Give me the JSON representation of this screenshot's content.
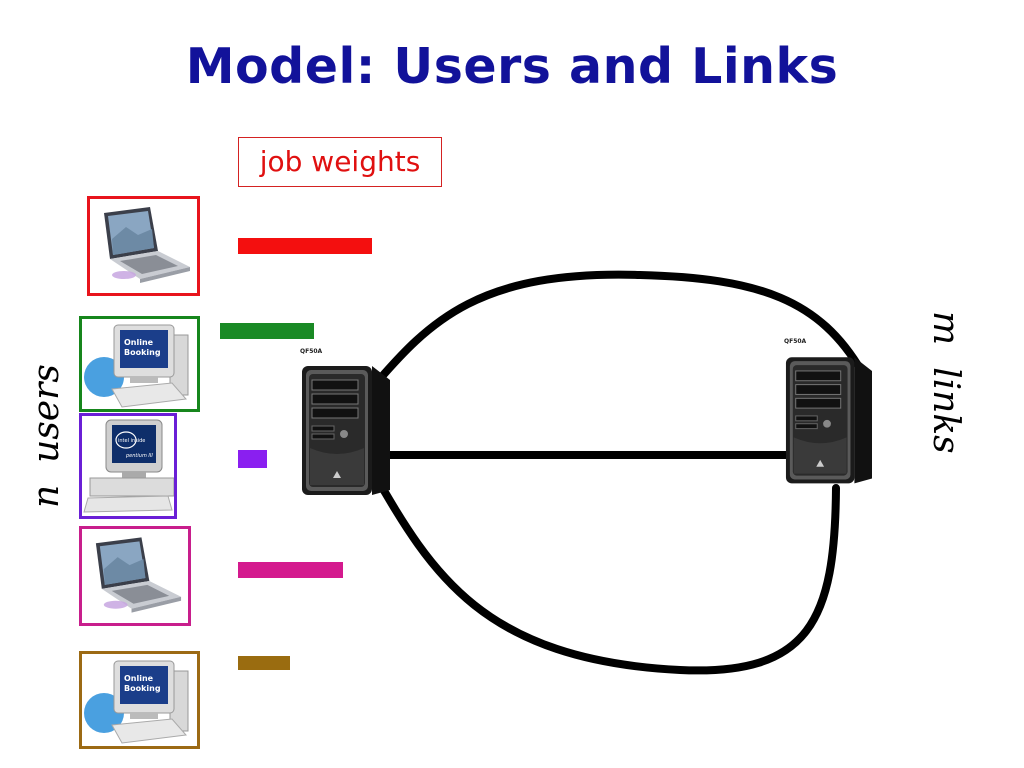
{
  "title": "Model: Users and Links",
  "job_weights_label": "job weights",
  "users_label": {
    "var": "n",
    "word": "users"
  },
  "links_label": {
    "var": "m",
    "word": "links"
  },
  "users": [
    {
      "device": "laptop",
      "frame_color": "#e8141c",
      "bar_color": "#f40f0f",
      "weight": 1.0
    },
    {
      "device": "desktop-online-booking",
      "frame_color": "#16861c",
      "bar_color": "#1a8a25",
      "weight": 0.7
    },
    {
      "device": "desktop-intel-pentium",
      "frame_color": "#6a1fd6",
      "bar_color": "#8a1ff0",
      "weight": 0.22
    },
    {
      "device": "laptop",
      "frame_color": "#c81e8c",
      "bar_color": "#d41a8e",
      "weight": 0.78
    },
    {
      "device": "desktop-online-booking",
      "frame_color": "#9c6a14",
      "bar_color": "#9a6c10",
      "weight": 0.39
    }
  ],
  "device_text": {
    "online": "Online",
    "booking": "Booking",
    "intel": "intel inside",
    "pentium": "pentium III"
  },
  "servers": [
    {
      "id": "server-left",
      "tag": "QF50A"
    },
    {
      "id": "server-right",
      "tag": "QF50A"
    }
  ],
  "link_color": "#000000"
}
